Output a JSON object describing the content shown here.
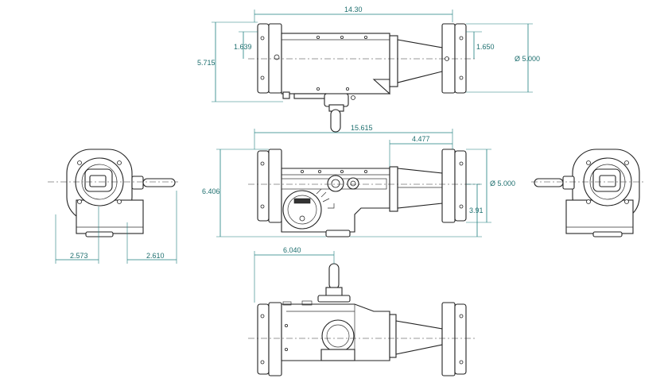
{
  "dimensions": {
    "top_overall_length": "14.30",
    "top_left_offset": "1.639",
    "top_right_offset": "1.650",
    "top_height": "5.715",
    "top_flange_dia": "Ø 5.000",
    "front_overall_length": "15.615",
    "front_outlet_length": "4.477",
    "front_height": "6.406",
    "front_flange_dia": "Ø 5.000",
    "front_outlet_height": "3.91",
    "end_left_width": "2.573",
    "end_handle_length": "2.610",
    "bottom_handle_offset": "6.040"
  },
  "colors": {
    "dimension": "#1e7f7f",
    "line": "#222222"
  }
}
